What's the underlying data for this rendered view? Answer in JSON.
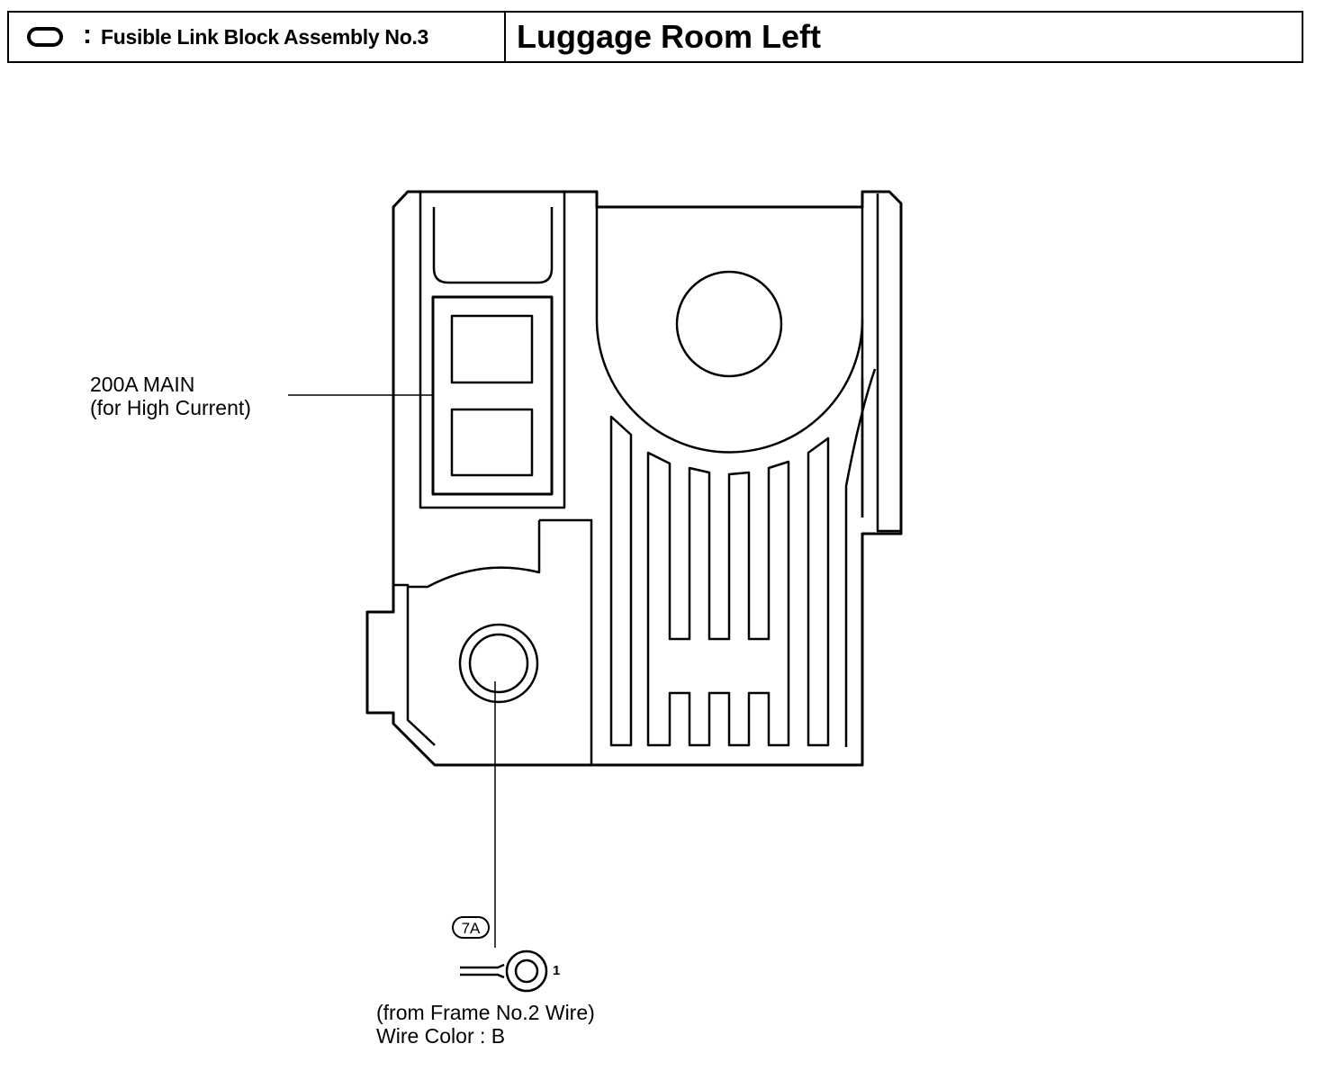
{
  "header": {
    "component_name": "Fusible Link Block Assembly No.3",
    "location": "Luggage Room Left"
  },
  "labels": {
    "fuse_name": "200A MAIN",
    "fuse_note": "(for High Current)",
    "connector_code": "7A",
    "terminal_number": "1",
    "wire_source": "(from Frame No.2 Wire)",
    "wire_color": "Wire Color : B"
  },
  "icons": {
    "connector_symbol": "oval-symbol-icon",
    "terminal": "ring-terminal-icon"
  },
  "colors": {
    "line": "#000000",
    "background": "#ffffff"
  }
}
